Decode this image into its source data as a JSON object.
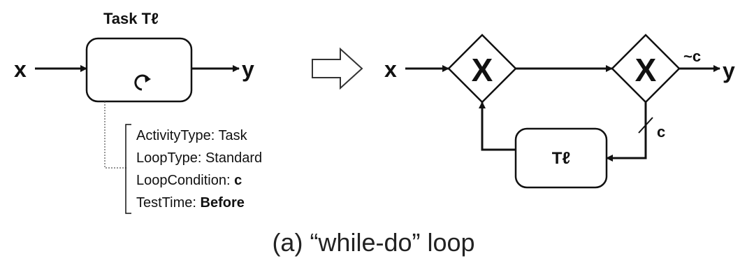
{
  "left": {
    "task_title": "Task Tℓ",
    "input_label": "x",
    "output_label": "y",
    "annotation": [
      {
        "key": "ActivityType: ",
        "value": "Task",
        "bold": false
      },
      {
        "key": "LoopType: ",
        "value": "Standard",
        "bold": false
      },
      {
        "key": "LoopCondition: ",
        "value": "c",
        "bold": true
      },
      {
        "key": "TestTime: ",
        "value": "Before",
        "bold": true
      }
    ]
  },
  "right": {
    "input_label": "x",
    "output_label": "y",
    "exit_condition": "~c",
    "loop_condition": "c",
    "loop_task": "Tℓ",
    "gateway_symbol": "X"
  },
  "caption": "(a)  “while-do” loop"
}
